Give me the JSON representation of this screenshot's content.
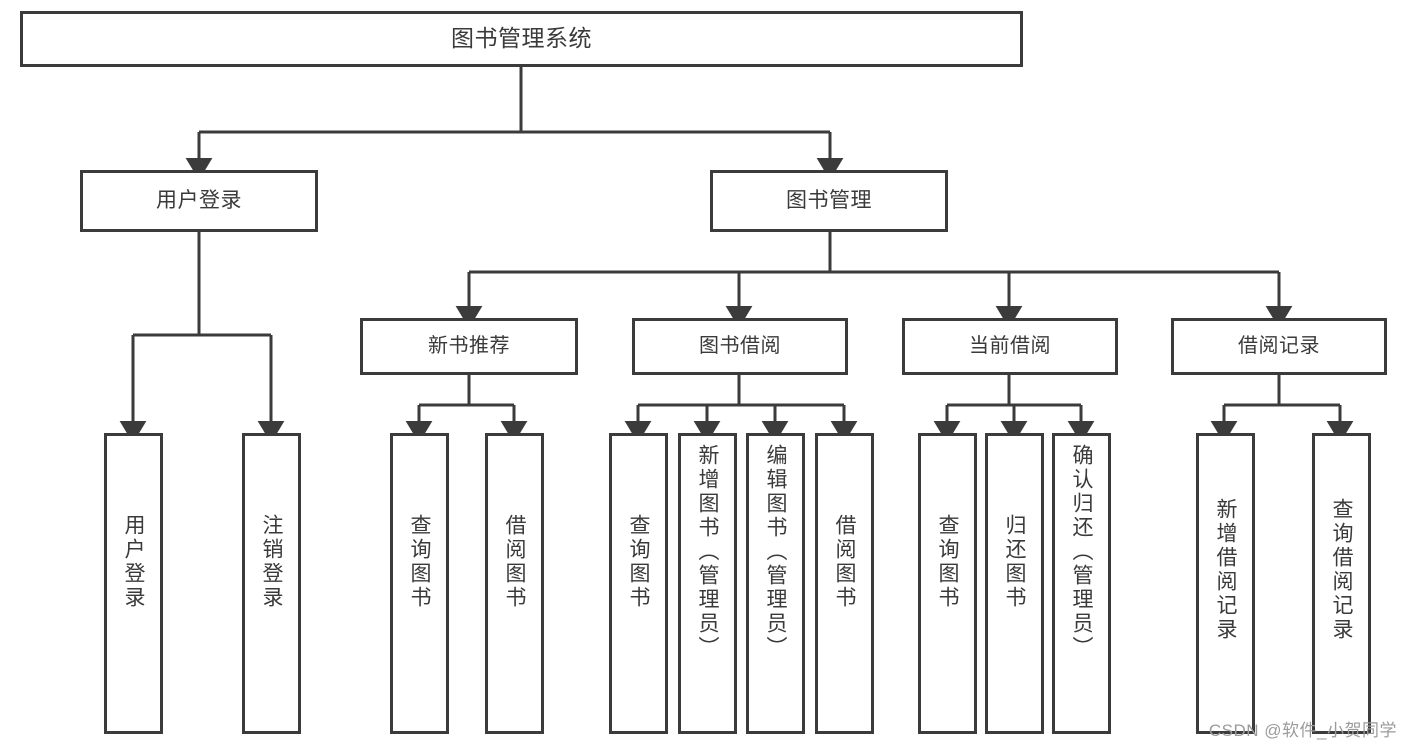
{
  "diagram": {
    "title": "图书管理系统",
    "watermark": "CSDN @软件_小贺同学",
    "line_color": "#3b3b3b",
    "text_color": "#3a3a3a",
    "background": "#ffffff"
  },
  "root": {
    "label": "图书管理系统"
  },
  "level1": [
    {
      "label": "用户登录"
    },
    {
      "label": "图书管理"
    }
  ],
  "level2": [
    {
      "label": "新书推荐"
    },
    {
      "label": "图书借阅"
    },
    {
      "label": "当前借阅"
    },
    {
      "label": "借阅记录"
    }
  ],
  "leaves": {
    "user_login": [
      {
        "label": "用户登录"
      },
      {
        "label": "注销登录"
      }
    ],
    "new_book": [
      {
        "label": "查询图书"
      },
      {
        "label": "借阅图书"
      }
    ],
    "book_borrow": [
      {
        "label": "查询图书"
      },
      {
        "label": "新增图书（管理员）"
      },
      {
        "label": "编辑图书（管理员）"
      },
      {
        "label": "借阅图书"
      }
    ],
    "current_borrow": [
      {
        "label": "查询图书"
      },
      {
        "label": "归还图书"
      },
      {
        "label": "确认归还（管理员）"
      }
    ],
    "borrow_record": [
      {
        "label": "新增借阅记录"
      },
      {
        "label": "查询借阅记录"
      }
    ]
  }
}
